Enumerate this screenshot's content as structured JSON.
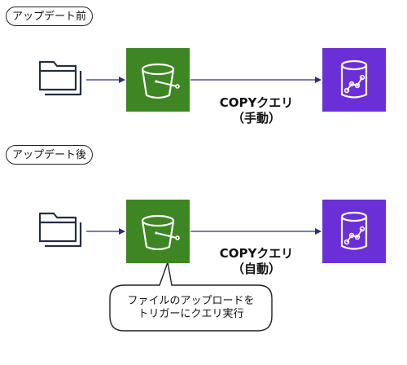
{
  "before": {
    "title": "アップデート前",
    "query_label": "COPYクエリ",
    "mode_label": "（手動）"
  },
  "after": {
    "title": "アップデート後",
    "query_label": "COPYクエリ",
    "mode_label": "（自動）"
  },
  "callout": {
    "line1": "ファイルのアップロードを",
    "line2": "トリガーにクエリ実行"
  },
  "colors": {
    "s3": "#3e8624",
    "redshift": "#6b2fd8",
    "arrow": "#2e2e80"
  },
  "icons": [
    "folder-icon",
    "s3-bucket-icon",
    "redshift-icon"
  ]
}
